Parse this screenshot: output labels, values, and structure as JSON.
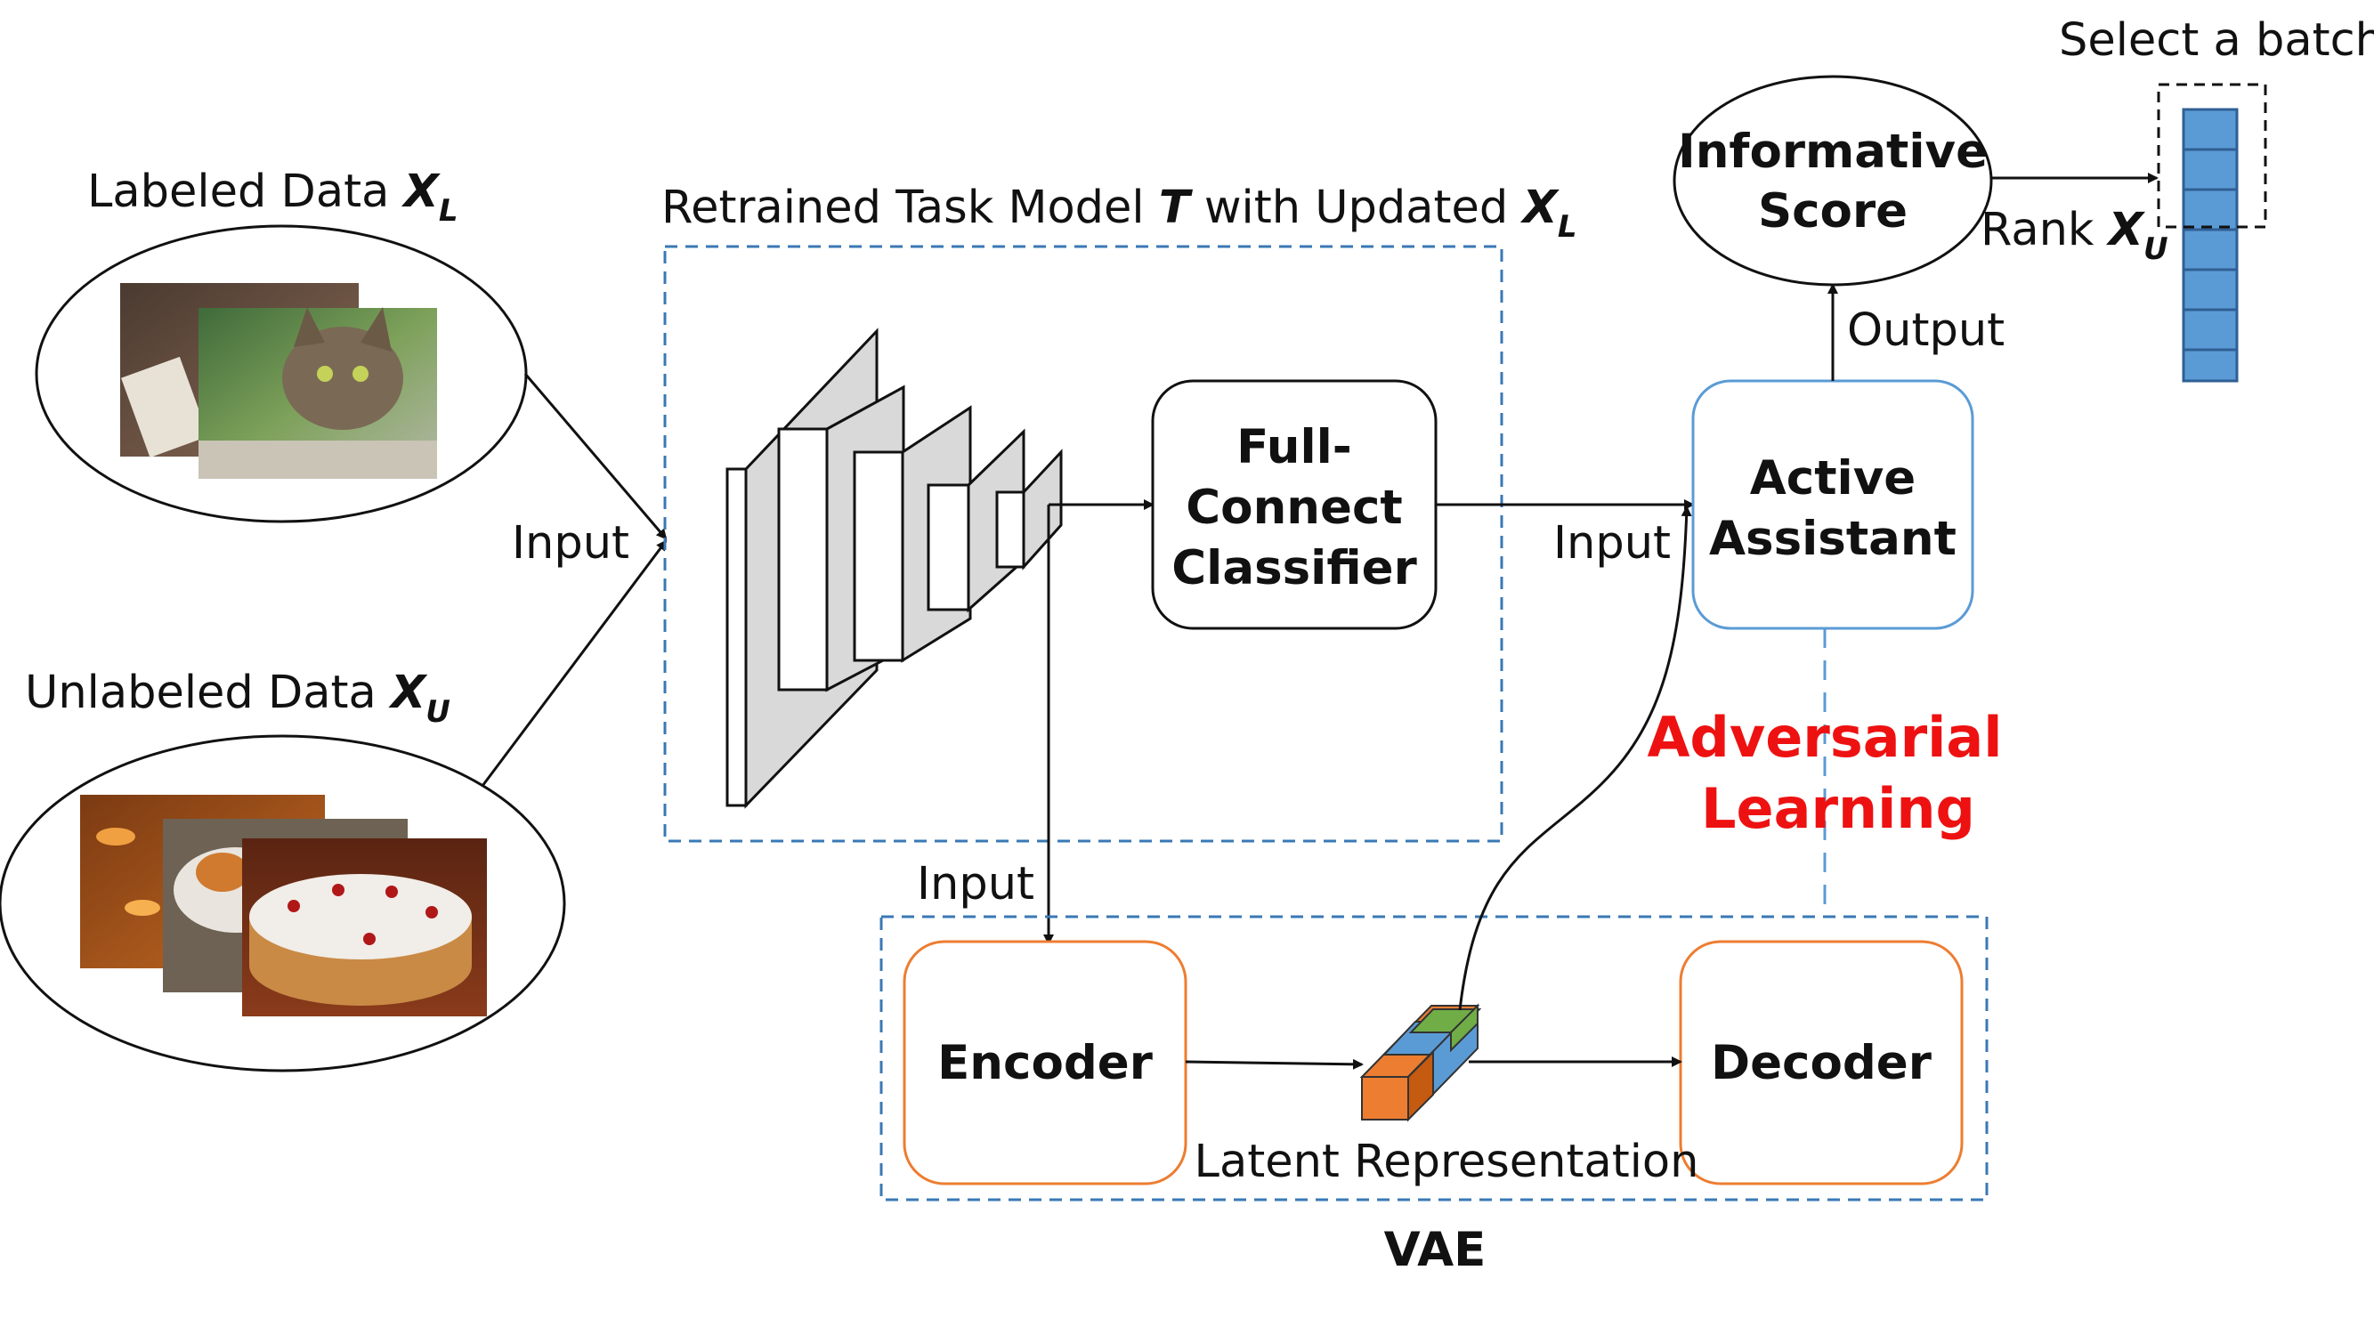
{
  "inputs": {
    "labeled": {
      "text": "Labeled Data ",
      "var": "X",
      "sub": "L"
    },
    "unlabeled": {
      "text": "Unlabeled Data ",
      "var": "X",
      "sub": "U"
    }
  },
  "task_model": {
    "title_prefix": "Retrained Task Model ",
    "title_var": "T",
    "title_middle": " with Updated ",
    "title_var2": "X",
    "title_sub2": "L",
    "classifier_lines": [
      "Full-",
      "Connect",
      "Classifier"
    ]
  },
  "edge_labels": {
    "input_left": "Input",
    "input_vae": "Input",
    "input_assistant": "Input",
    "output": "Output",
    "rank": "Rank ",
    "rank_var": "X",
    "rank_sub": "U"
  },
  "active_assistant_lines": [
    "Active",
    "Assistant"
  ],
  "informative_score_lines": [
    "Informative",
    "Score"
  ],
  "select_batch": "Select a batch",
  "adversarial_lines": [
    "Adversarial",
    "Learning"
  ],
  "vae": {
    "label": "VAE",
    "encoder": "Encoder",
    "decoder": "Decoder",
    "latent": "Latent Representation"
  },
  "colors": {
    "dashed_box": "#3a78b5",
    "orange": "#ed7d31",
    "blue_light": "#5b9bd5",
    "green": "#70ad47",
    "red": "#ee1111"
  }
}
